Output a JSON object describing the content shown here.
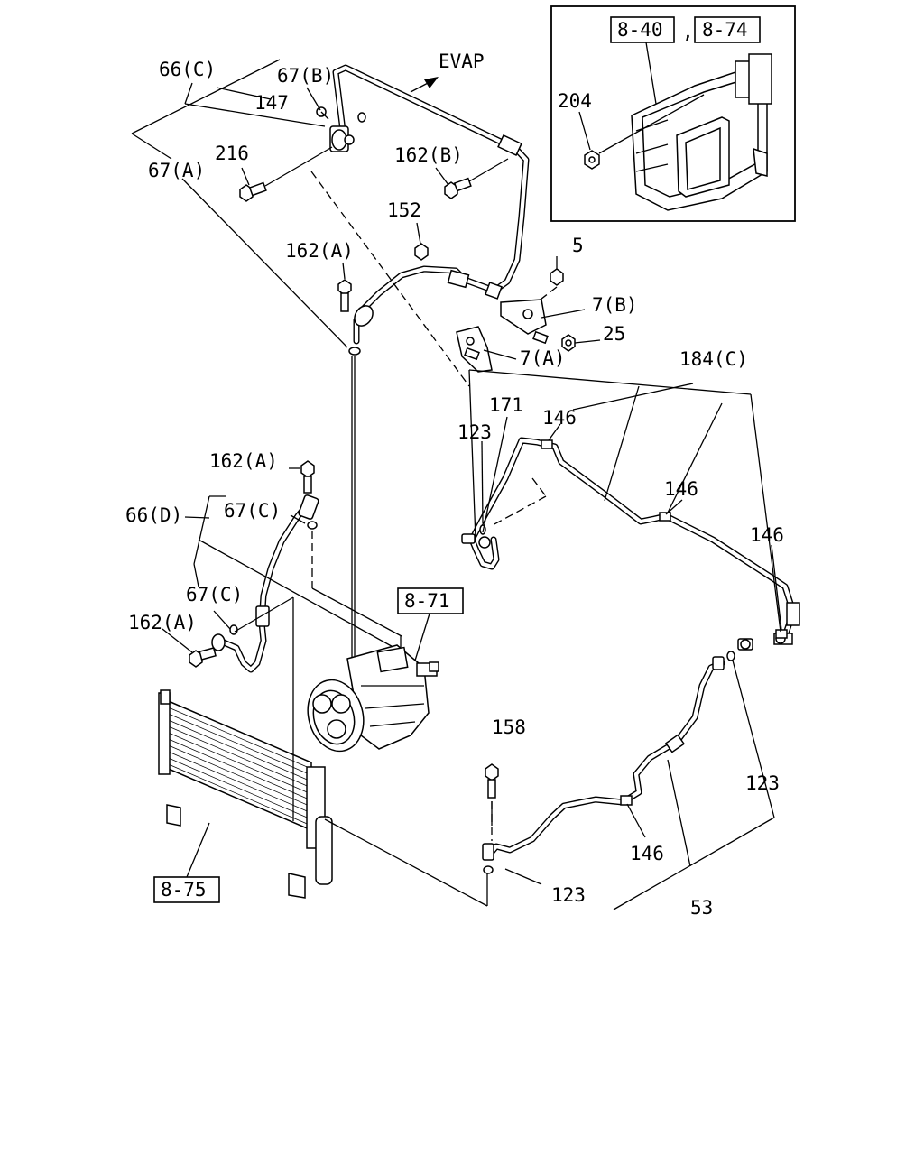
{
  "diagram": {
    "labels": {
      "l_66C": "66(C)",
      "l_67B": "67(B)",
      "l_147": "147",
      "l_67A": "67(A)",
      "l_216": "216",
      "l_162B": "162(B)",
      "l_152": "152",
      "l_162A_1": "162(A)",
      "l_5": "5",
      "l_7B": "7(B)",
      "l_25": "25",
      "l_7A": "7(A)",
      "l_184C": "184(C)",
      "l_171": "171",
      "l_123_1": "123",
      "l_146_1": "146",
      "l_146_2": "146",
      "l_146_3": "146",
      "l_162A_2": "162(A)",
      "l_66D": "66(D)",
      "l_67C_1": "67(C)",
      "l_67C_2": "67(C)",
      "l_162A_3": "162(A)",
      "l_158": "158",
      "l_123_2": "123",
      "l_146_4": "146",
      "l_123_3": "123",
      "l_53": "53",
      "l_204": "204",
      "l_evap": "EVAP"
    },
    "refs": {
      "r_840": "8-40",
      "r_comma": ",",
      "r_874": "8-74",
      "r_871": "8-71",
      "r_875": "8-75"
    }
  }
}
